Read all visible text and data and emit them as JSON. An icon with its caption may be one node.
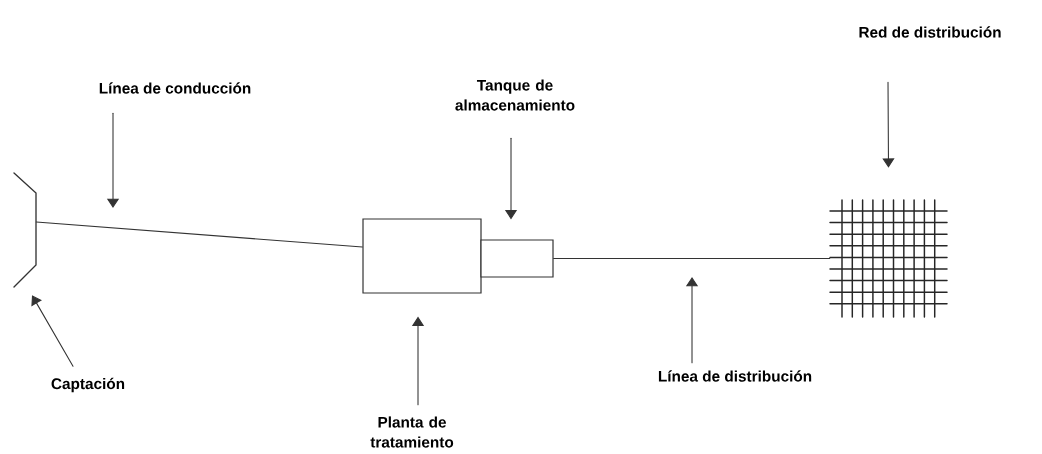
{
  "diagram": {
    "nodes": [
      {
        "text": [
          "Línea de conducción"
        ]
      },
      {
        "text": [
          "Tanque de almacenamiento"
        ]
      },
      {
        "text": [
          "Red de distribución"
        ]
      },
      {
        "text": [],
        "shape": "picture"
      },
      {
        "text": [],
        "shape": "box"
      },
      {
        "text": [],
        "shape": "box"
      },
      {
        "text": [],
        "shape": "grid"
      },
      {
        "text": [
          "Captación"
        ]
      },
      {
        "text": [
          "Línea de distribución"
        ]
      },
      {
        "text": [
          "Planta de tratamiento"
        ]
      }
    ],
    "edges": [
      {
        "from": 0,
        "to": null,
        "arrow": "to"
      },
      {
        "from": 1,
        "to": 5,
        "arrow": "to"
      },
      {
        "from": 2,
        "to": 6,
        "arrow": "to"
      },
      {
        "from": 3,
        "to": 4,
        "arrow": "none"
      },
      {
        "from": 5,
        "to": 6,
        "arrow": "none"
      },
      {
        "from": 7,
        "to": 3,
        "arrow": "to"
      },
      {
        "from": 9,
        "to": 4,
        "arrow": "to"
      },
      {
        "from": 8,
        "to": null,
        "arrow": "to"
      }
    ]
  }
}
